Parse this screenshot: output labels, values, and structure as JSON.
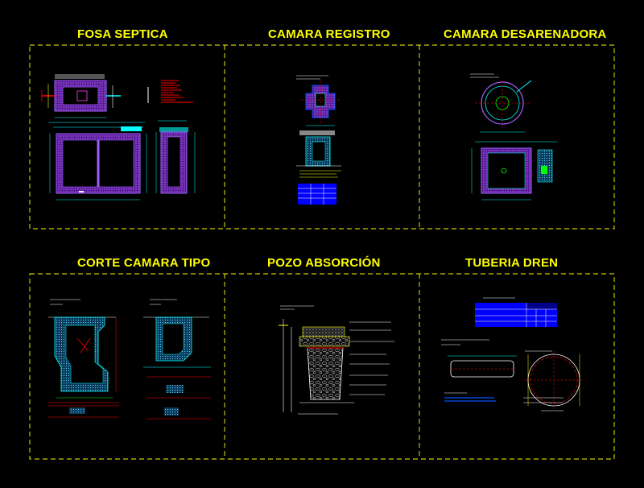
{
  "sheets": [
    {
      "title": "FOSA SEPTICA"
    },
    {
      "title": "CAMARA REGISTRO"
    },
    {
      "title": "CAMARA DESARENADORA"
    },
    {
      "title": "CORTE CAMARA TIPO"
    },
    {
      "title": "POZO ABSORCIÓN"
    },
    {
      "title": "TUBERIA DREN"
    }
  ],
  "colors": {
    "background": "#000000",
    "title": "#ffff00",
    "frame": "#ffff00",
    "concrete": "#8a2be2",
    "dimension": "#00ffff",
    "annotation": "#ff0000",
    "linework": "#ffffff",
    "table": "#0000ff",
    "pipe": "#00ff00"
  }
}
